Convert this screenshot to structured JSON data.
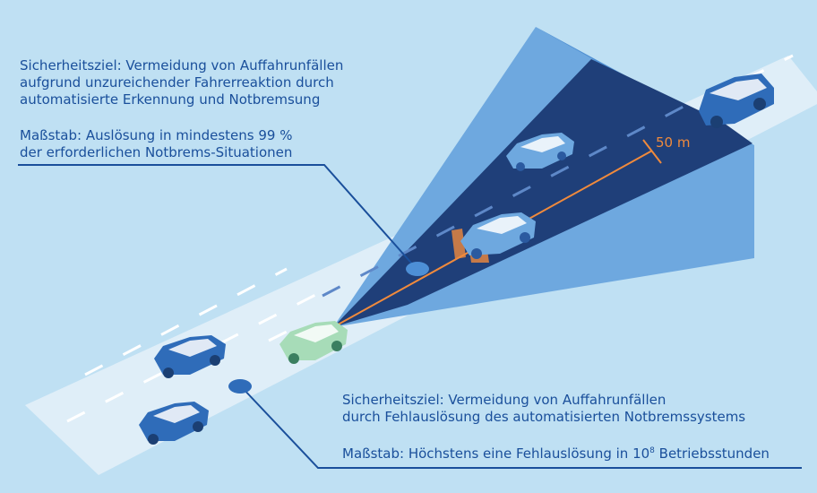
{
  "top_block": {
    "goal_lines": [
      "Sicherheitsziel: Vermeidung von Auffahrunfällen",
      "aufgrund unzureichender Fahrerreaktion durch",
      "automatisierte Erkennung und Notbremsung"
    ],
    "measure_lines": [
      "Maßstab: Auslösung in mindestens 99 %",
      "der erforderlichen Notbrems-Situationen"
    ]
  },
  "bottom_block": {
    "goal_lines": [
      "Sicherheitsziel: Vermeidung von Auffahrunfällen",
      "durch Fehlauslösung des automatisierten Notbremssystems"
    ],
    "measure_prefix": "Maßstab: Höchstens eine Fehlauslösung in 10",
    "measure_exponent": "8",
    "measure_suffix": " Betriebsstunden"
  },
  "range_label": "50 m",
  "colors": {
    "background": "#bfe0f3",
    "road": "#dfeef8",
    "sensor_cone_near": "#1f3f79",
    "sensor_cone_far": "#5d9fdc",
    "text": "#1a4f9b",
    "ego_car": "#a7dcb8",
    "other_cars": "#3a78c0",
    "range_line": "#f08a3c"
  }
}
